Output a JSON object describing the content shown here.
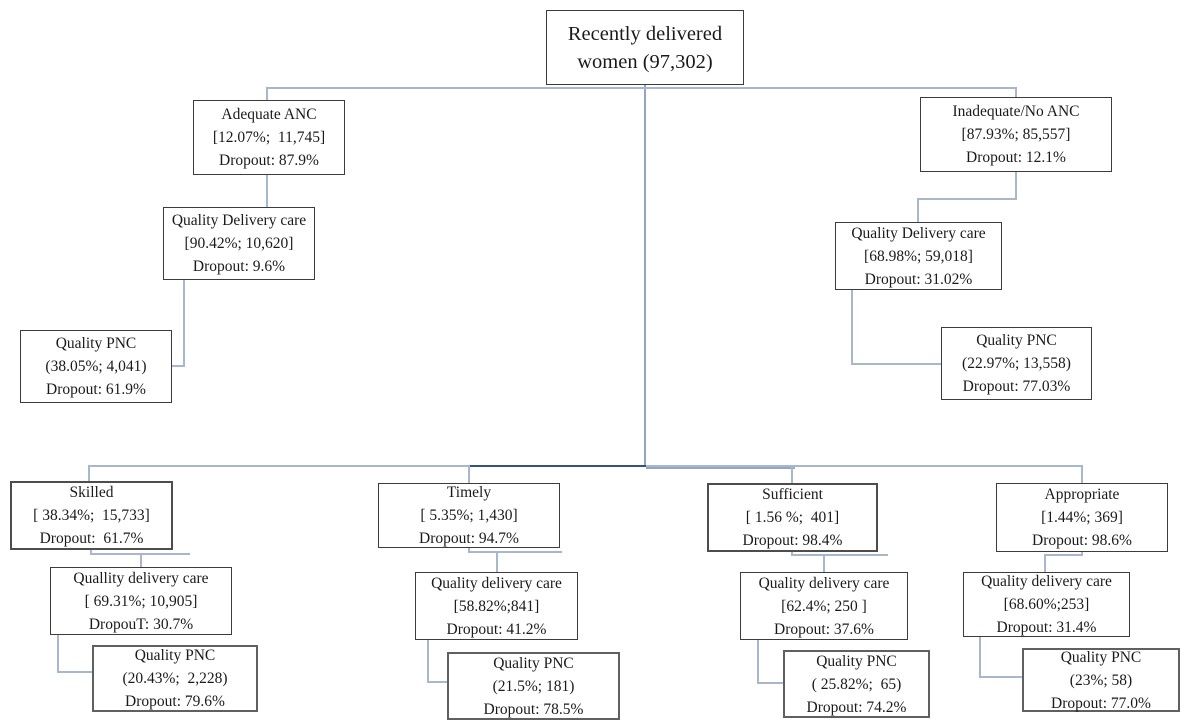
{
  "diagram": {
    "title_semantic": "Care cascade flow diagram of recently delivered women",
    "palette": {
      "connector_light": "#a8b8cc",
      "connector_medium": "#93a7c4",
      "connector_dark": "#33547d",
      "box_border": "#3c3c3c",
      "text": "#1a1a1a",
      "background": "#ffffff"
    },
    "root": {
      "line1": "Recently delivered",
      "line2": "women (97,302)"
    },
    "nodes": {
      "adequate_anc": {
        "title": "Adequate ANC",
        "stat": "[12.07%;  11,745]",
        "dropout": "Dropout: 87.9%"
      },
      "qdc_adequate": {
        "title": "Quality Delivery care",
        "stat": "[90.42%; 10,620]",
        "dropout": "Dropout: 9.6%"
      },
      "pnc_adequate": {
        "title": "Quality PNC",
        "stat": "(38.05%; 4,041)",
        "dropout": "Dropout: 61.9%"
      },
      "inadequate_anc": {
        "title": "Inadequate/No ANC",
        "stat": "[87.93%; 85,557]",
        "dropout": "Dropout: 12.1%"
      },
      "qdc_inadequate": {
        "title": "Quality Delivery care",
        "stat": "[68.98%; 59,018]",
        "dropout": "Dropout: 31.02%"
      },
      "pnc_inadequate": {
        "title": "Quality PNC",
        "stat": "(22.97%; 13,558)",
        "dropout": "Dropout: 77.03%"
      },
      "skilled": {
        "title": "Skilled",
        "stat": "[ 38.34%;  15,733]",
        "dropout": "Dropout:  61.7%"
      },
      "qdc_skilled": {
        "title": "Quallity delivery care",
        "stat": "[ 69.31%; 10,905]",
        "dropout": "DropouT: 30.7%"
      },
      "pnc_skilled": {
        "title": "Quality PNC",
        "stat": "(20.43%;  2,228)",
        "dropout": "Dropout: 79.6%"
      },
      "timely": {
        "title": "Timely",
        "stat": "[ 5.35%; 1,430]",
        "dropout": "Dropout: 94.7%"
      },
      "qdc_timely": {
        "title": "Quality delivery care",
        "stat": "[58.82%;841]",
        "dropout": "Dropout: 41.2%"
      },
      "pnc_timely": {
        "title": "Quality PNC",
        "stat": "(21.5%; 181)",
        "dropout": "Dropout: 78.5%"
      },
      "sufficient": {
        "title": "Sufficient",
        "stat": "[ 1.56 %;  401]",
        "dropout": "Dropout: 98.4%"
      },
      "qdc_sufficient": {
        "title": "Quality delivery care",
        "stat": "[62.4%; 250 ]",
        "dropout": "Dropout: 37.6%"
      },
      "pnc_sufficient": {
        "title": "Quality PNC",
        "stat": "( 25.82%;  65)",
        "dropout": "Dropout: 74.2%"
      },
      "appropriate": {
        "title": "Appropriate",
        "stat": "[1.44%; 369]",
        "dropout": "Dropout: 98.6%"
      },
      "qdc_appropriate": {
        "title": "Quality delivery care",
        "stat": "[68.60%;253]",
        "dropout": "Dropout: 31.4%"
      },
      "pnc_appropriate": {
        "title": "Quality PNC",
        "stat": "(23%; 58)",
        "dropout": "Dropout: 77.0%"
      }
    }
  }
}
